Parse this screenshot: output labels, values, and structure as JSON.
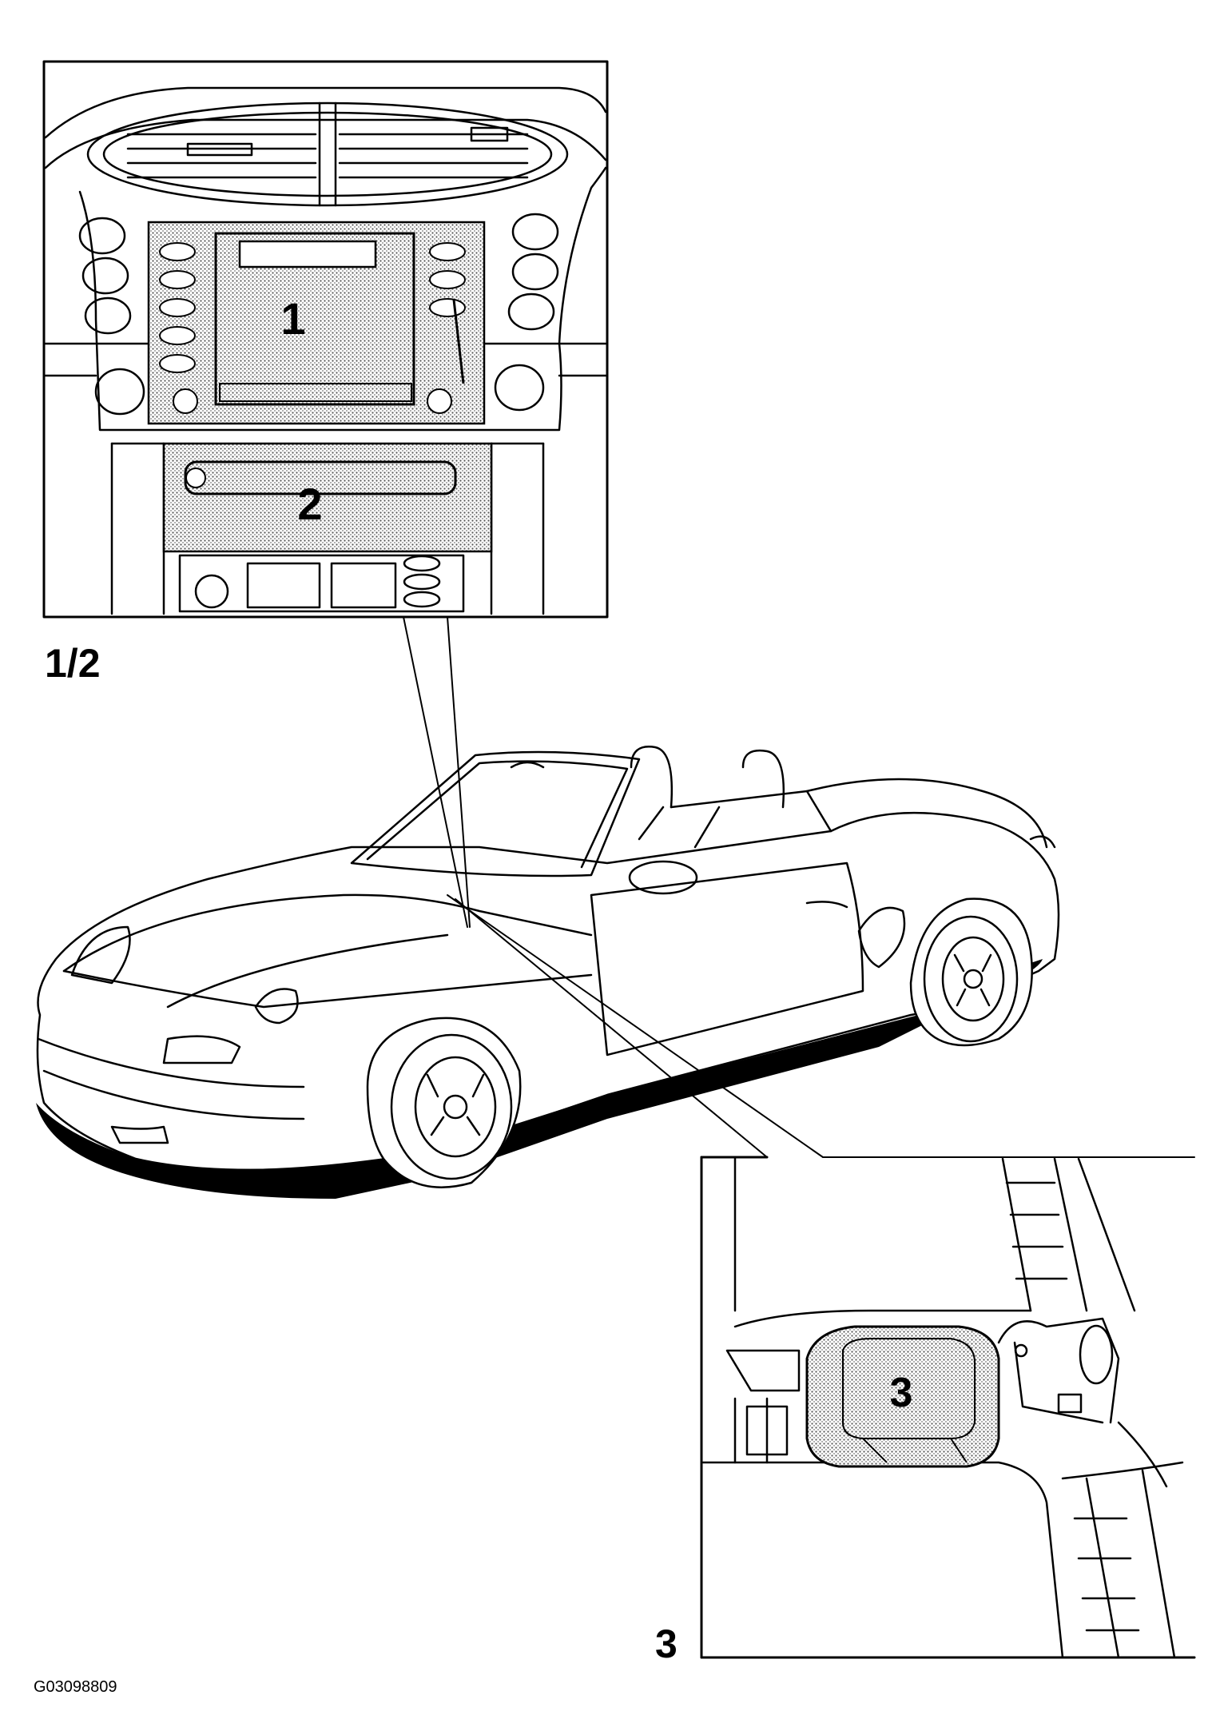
{
  "figure_id": "G03098809",
  "detail_views": [
    {
      "label": "1/2",
      "subject": "dashboard-center-console",
      "callouts": [
        "1",
        "2"
      ]
    },
    {
      "label": "3",
      "subject": "under-seat-compartment",
      "callouts": [
        "3"
      ]
    }
  ],
  "main_view": {
    "subject": "convertible-car"
  },
  "colors": {
    "line": "#000000",
    "background": "#ffffff",
    "highlight_fill": "#9a9a9a"
  }
}
